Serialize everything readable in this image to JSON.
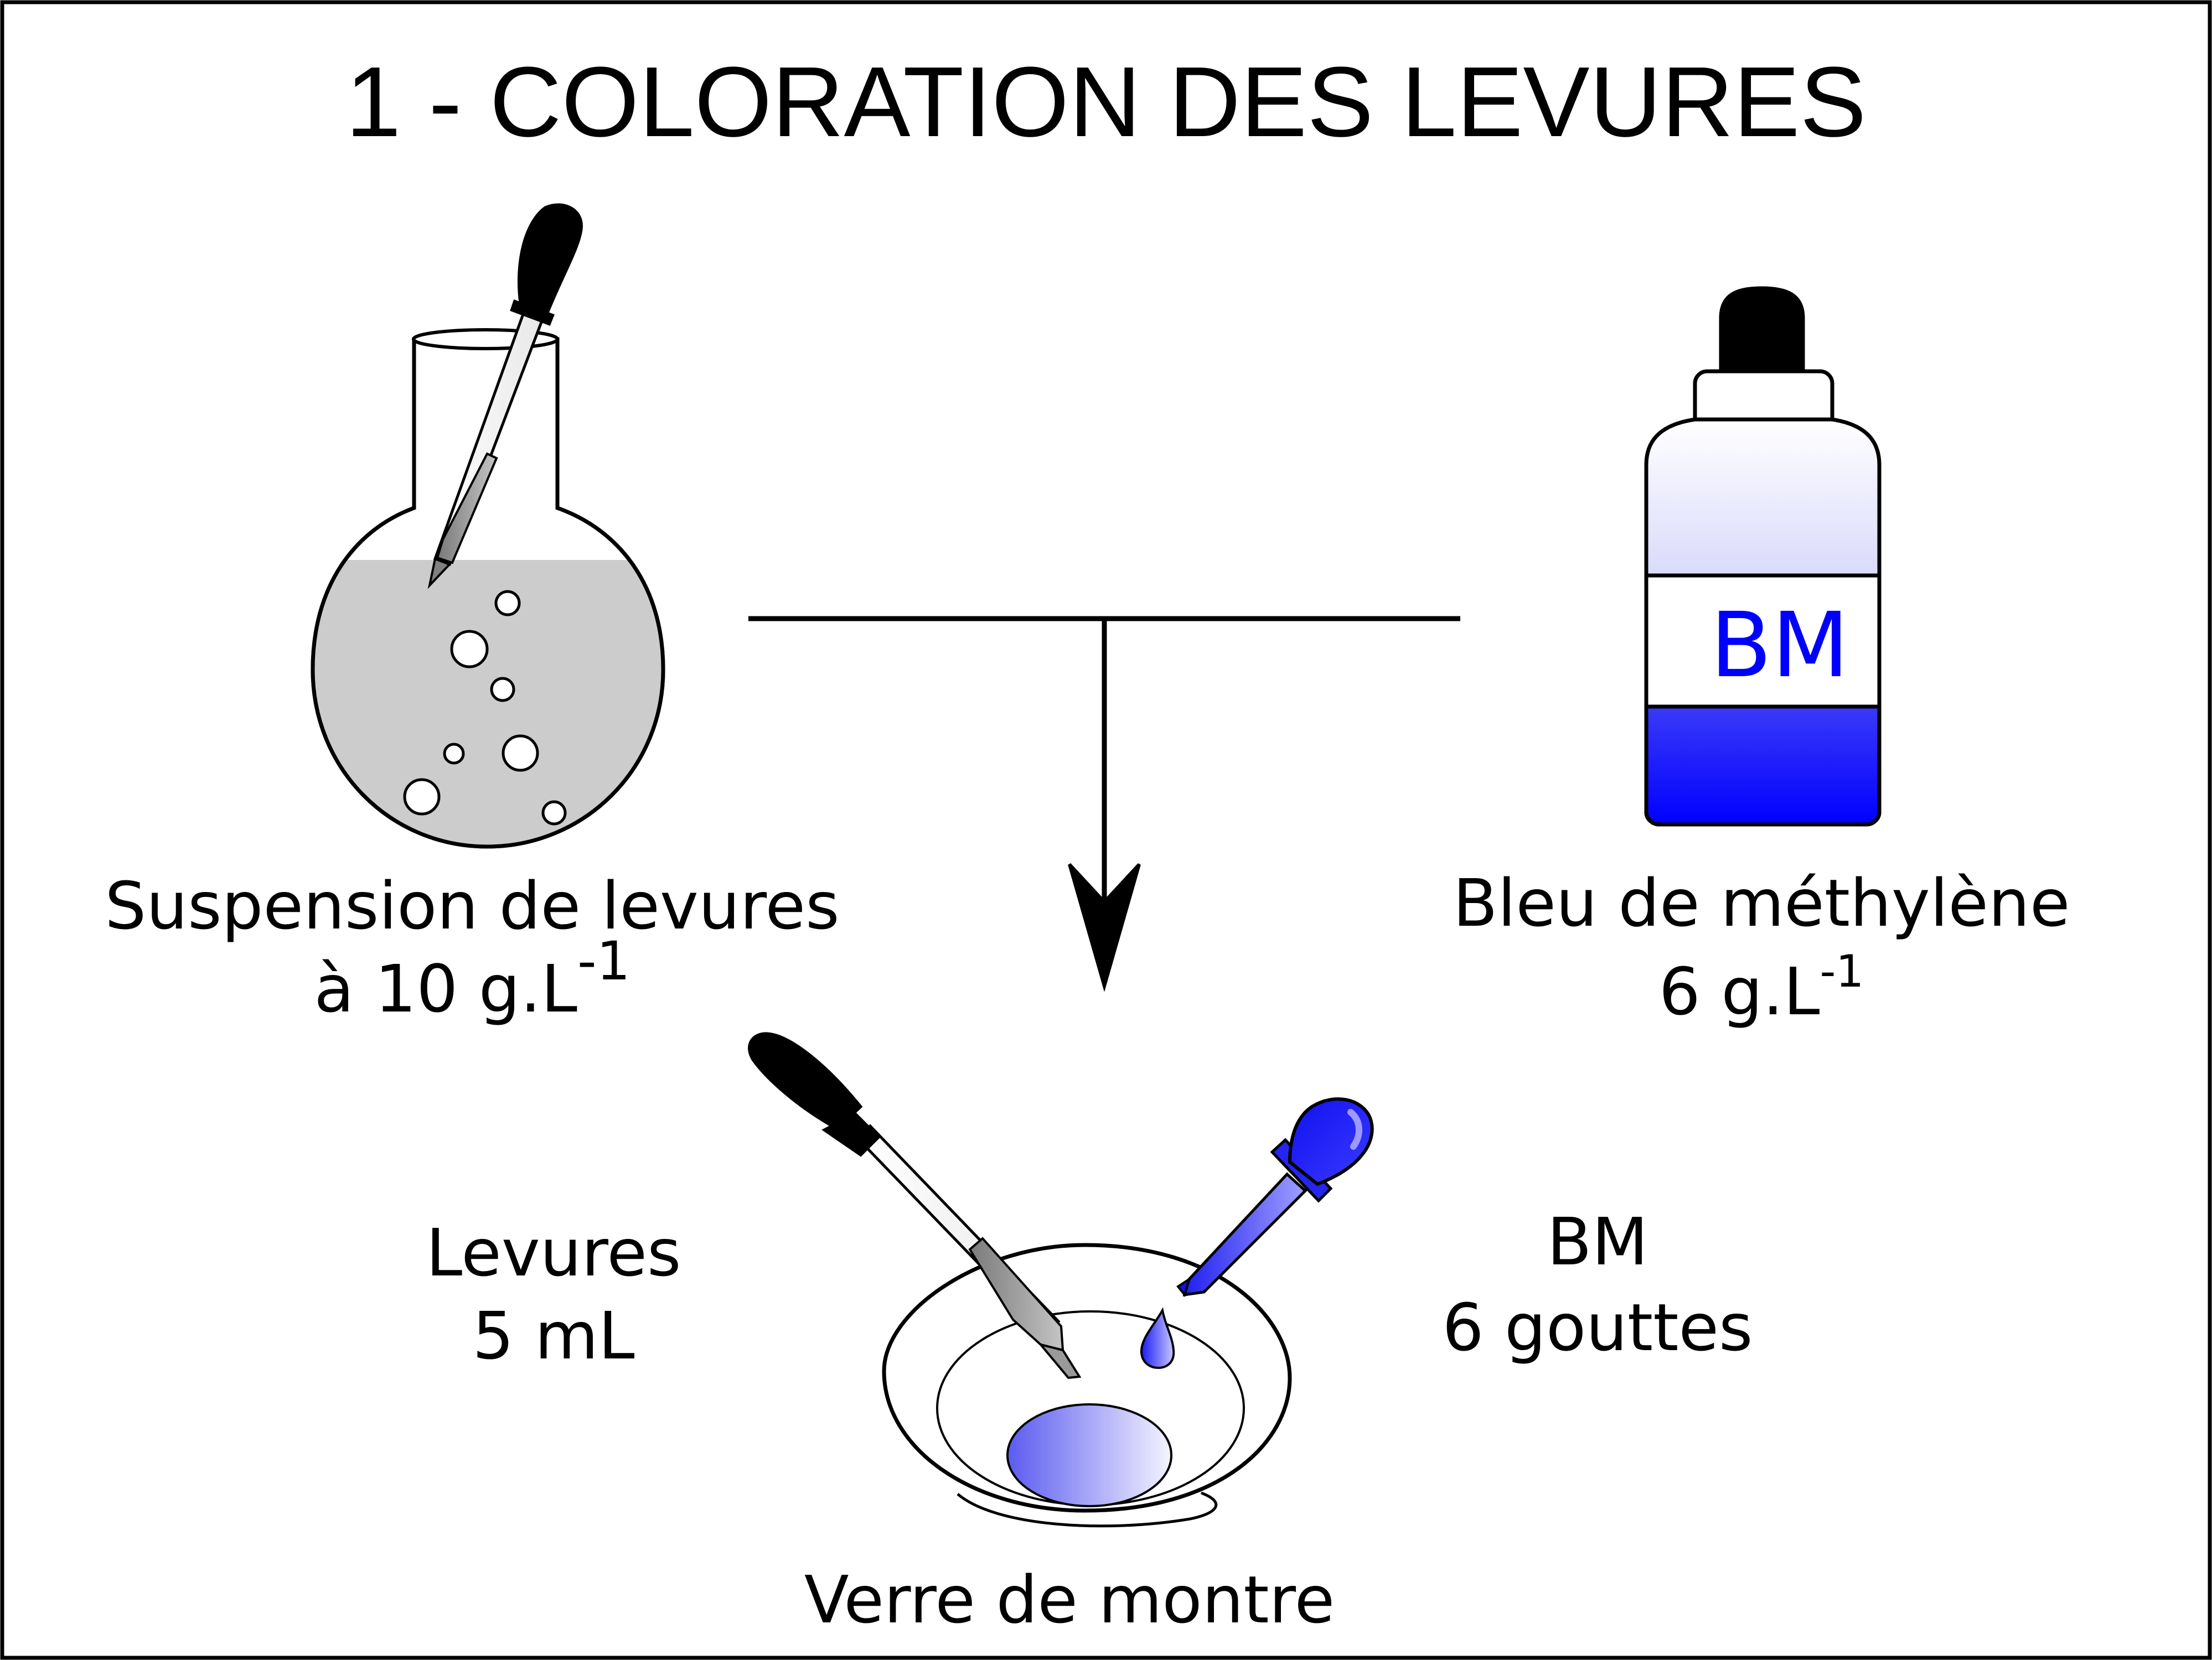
{
  "title": "1 - COLORATION DES LEVURES",
  "flask": {
    "label_line1": "Suspension de levures",
    "label_line2_prefix": "à 10 g.L",
    "label_line2_exponent": "-1"
  },
  "bottle": {
    "tag": "BM",
    "label_line1": "Bleu de méthylène",
    "label_line2_prefix": "6 g.L",
    "label_line2_exponent": "-1"
  },
  "left_dose": {
    "line1": "Levures",
    "line2": "5 mL"
  },
  "right_dose": {
    "line1": "BM",
    "line2": "6 gouttes"
  },
  "dish": {
    "label": "Verre de montre"
  },
  "colors": {
    "methylene_blue": "#0000ff",
    "suspension_gray": "#cccccc",
    "outline": "#000000"
  }
}
